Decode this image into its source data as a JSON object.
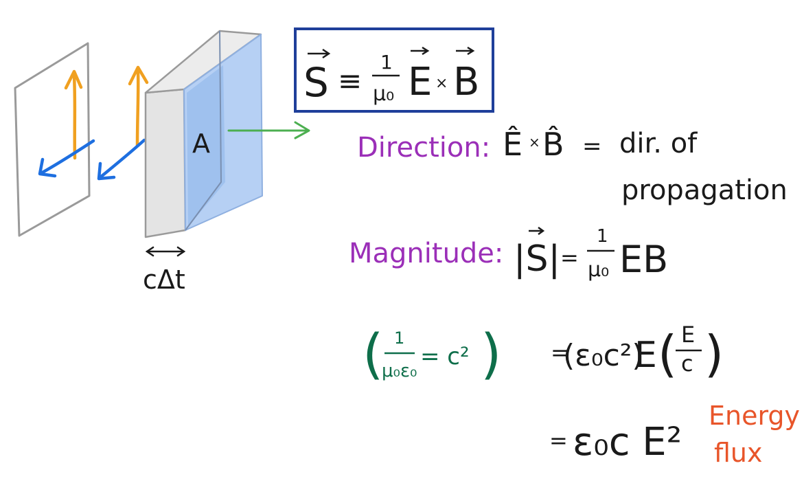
{
  "colors": {
    "ink": "#1a1a1a",
    "box_border": "#1f3f9a",
    "purple": "#9b2fb8",
    "green_eq": "#0e6e4a",
    "orange_label": "#e8552a",
    "e_field_arrow": "#f0a020",
    "b_field_arrow": "#1e6fe0",
    "poynting_arrow": "#4caf50",
    "slab_gray": "#e4e4e4",
    "slab_blue": "#a9c8f2"
  },
  "diagram": {
    "area_label": "A",
    "thickness_label": "cΔt"
  },
  "definition": {
    "lhs": "S",
    "equiv": "≡",
    "coeff_num": "1",
    "coeff_den": "μ₀",
    "field_e": "E",
    "cross": "×",
    "field_b": "B"
  },
  "direction": {
    "label": "Direction:",
    "expr_e": "Ê",
    "cross": "×",
    "expr_b": "B̂",
    "equals": "=",
    "result_line1": "dir. of",
    "result_line2": "propagation"
  },
  "magnitude": {
    "label": "Magnitude:",
    "lhs": "|S|",
    "equals": "=",
    "coeff_num": "1",
    "coeff_den": "μ₀",
    "rhs": "EB"
  },
  "identity": {
    "open": "(",
    "num": "1",
    "den": "μ₀ε₀",
    "equals": "= c²",
    "close": ")"
  },
  "step2": {
    "equals": "=",
    "factor": "(ε₀c²)",
    "field": "E",
    "open": "(",
    "frac_num": "E",
    "frac_den": "c",
    "close": ")"
  },
  "step3": {
    "equals": "=",
    "expr": "ε₀c E²"
  },
  "annotation": {
    "line1": "Energy",
    "line2": "flux"
  }
}
